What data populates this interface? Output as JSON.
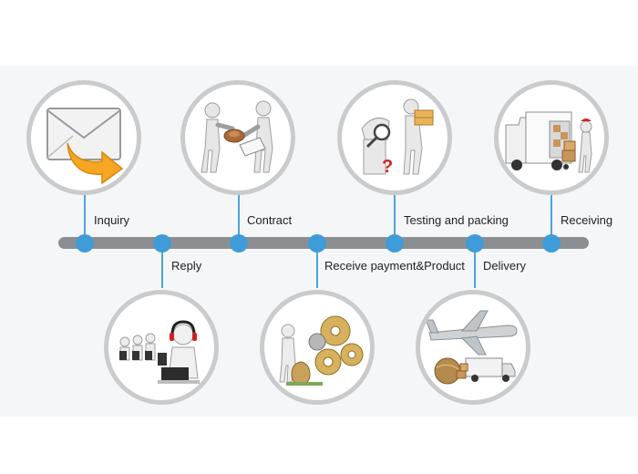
{
  "steps": [
    {
      "key": "inquiry",
      "label": "Inquiry",
      "icon": "envelope-arrow-icon"
    },
    {
      "key": "reply",
      "label": "Reply",
      "icon": "call-center-icon"
    },
    {
      "key": "contract",
      "label": "Contract",
      "icon": "handshake-contract-icon"
    },
    {
      "key": "receive_payment",
      "label": "Receive payment&Product",
      "icon": "money-gears-icon"
    },
    {
      "key": "testing",
      "label": "Testing and packing",
      "icon": "magnifier-inspection-icon"
    },
    {
      "key": "delivery",
      "label": "Delivery",
      "icon": "airplane-truck-icon"
    },
    {
      "key": "receiving",
      "label": "Receiving",
      "icon": "delivery-truck-icon"
    }
  ],
  "colors": {
    "node": "#3f9cd8",
    "bar": "#8c8f92",
    "ring": "#c9cbcd",
    "envelope_arrow": "#f5a623"
  }
}
